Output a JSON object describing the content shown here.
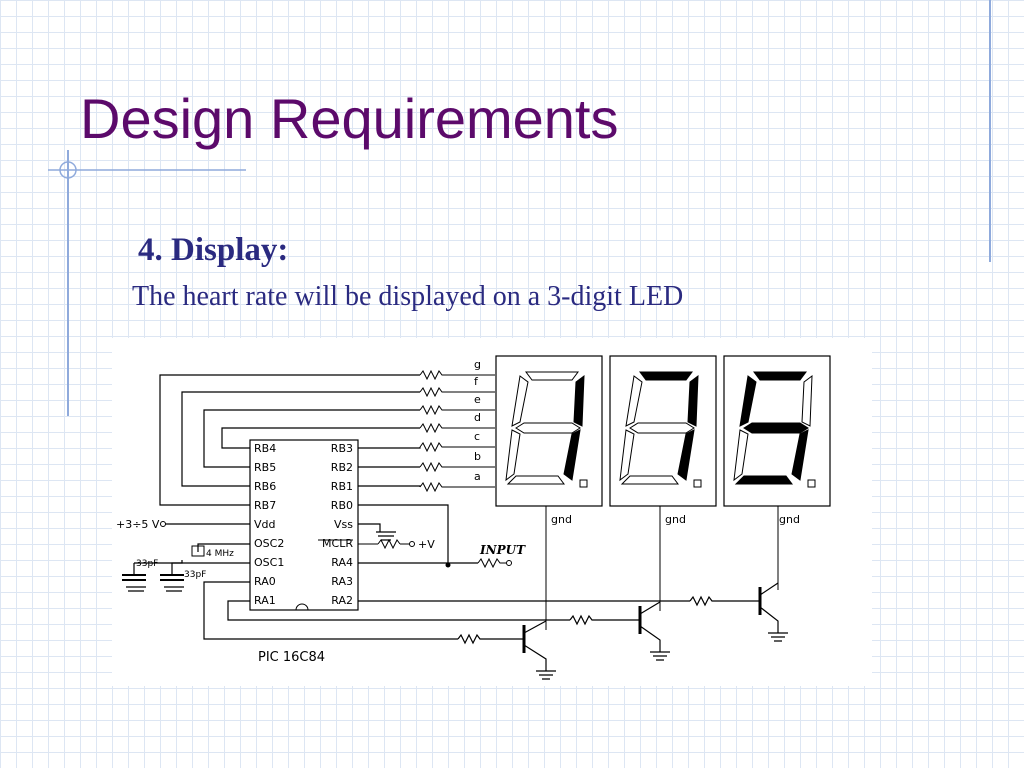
{
  "slide": {
    "title": "Design Requirements",
    "subheading": "4. Display:",
    "body": "The heart rate will be displayed on a 3-digit LED"
  },
  "schematic": {
    "chip_label": "PIC 16C84",
    "pins_left": [
      "RB4",
      "RB5",
      "RB6",
      "RB7",
      "Vdd",
      "OSC2",
      "OSC1",
      "RA0",
      "RA1"
    ],
    "pins_right": [
      "RB3",
      "RB2",
      "RB1",
      "RB0",
      "Vss",
      "MCLR",
      "RA4",
      "RA3",
      "RA2"
    ],
    "segment_labels": [
      "g",
      "f",
      "e",
      "d",
      "c",
      "b",
      "a"
    ],
    "supply_label": "+3÷5 V",
    "vplus_label": "+V",
    "input_label": "INPUT",
    "crystal_label": "4 MHz",
    "cap_labels": [
      "33pF",
      "33pF"
    ],
    "gnd_labels": [
      "gnd",
      "gnd",
      "gnd"
    ],
    "display_digits": [
      "1",
      "7",
      "5"
    ]
  },
  "colors": {
    "title": "#5c0a6b",
    "text": "#2a2a80",
    "grid": "#dde6f3",
    "accent_line": "#8faadc"
  }
}
